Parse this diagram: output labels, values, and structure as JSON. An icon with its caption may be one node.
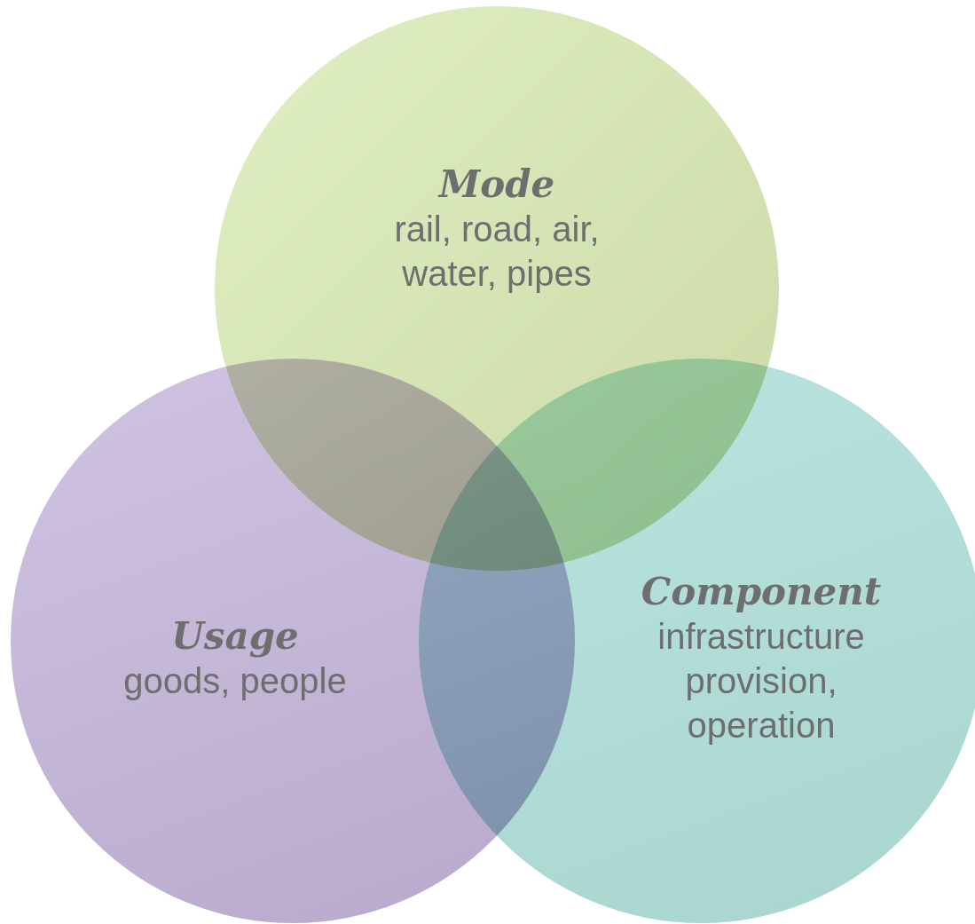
{
  "diagram": {
    "nodes": [
      {
        "text": [
          "Mode",
          "rail, road, air, water, pipes"
        ]
      },
      {
        "text": [
          "Usage",
          "goods, people"
        ]
      },
      {
        "text": [
          "Component",
          "infrastructure provision, operation"
        ]
      }
    ]
  }
}
